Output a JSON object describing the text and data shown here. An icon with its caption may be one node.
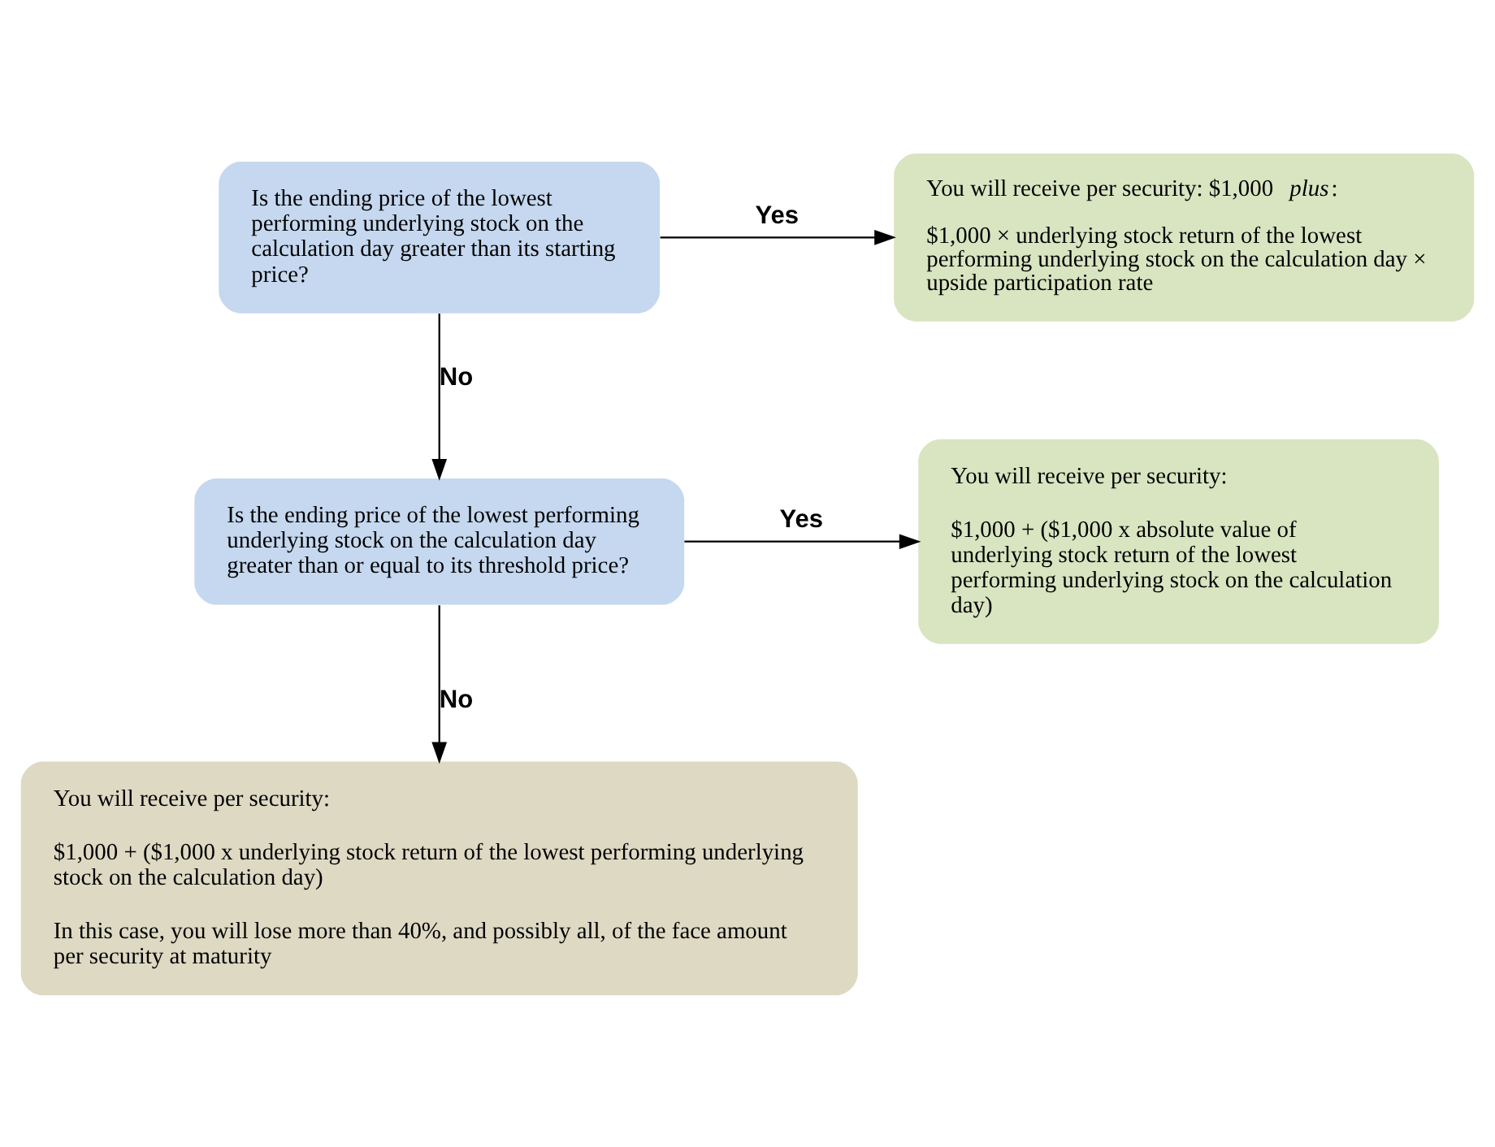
{
  "diagram": {
    "nodes": [
      {
        "text": [
          "Is the ending price of the lowest performing underlying stock on the calculation day greater than its starting price?"
        ]
      },
      {
        "text": [
          "You will receive per security: $1,000 *plus*:",
          "$1,000 × underlying stock return of the lowest performing underlying stock on the calculation day × upside participation rate"
        ]
      },
      {
        "text": [
          "Is the ending price of the lowest performing underlying stock on the calculation day greater than or equal to its threshold price?"
        ]
      },
      {
        "text": [
          "You will receive per security:",
          "$1,000 + ($1,000 x absolute value of underlying stock return of the lowest performing underlying stock on the calculation day)"
        ]
      },
      {
        "text": [
          "You will receive per security:",
          "$1,000 + ($1,000 x underlying stock return of the lowest performing underlying stock on the calculation day)",
          "In this case, you will lose more than 40%, and possibly all, of the face amount per security at maturity"
        ]
      }
    ],
    "edges": [
      {
        "from": 0,
        "to": 1,
        "arrow": "to",
        "label": "Yes"
      },
      {
        "from": 0,
        "to": 2,
        "arrow": "to",
        "label": "No"
      },
      {
        "from": 2,
        "to": 3,
        "arrow": "to",
        "label": "Yes"
      },
      {
        "from": 2,
        "to": 4,
        "arrow": "to",
        "label": "No"
      }
    ]
  }
}
